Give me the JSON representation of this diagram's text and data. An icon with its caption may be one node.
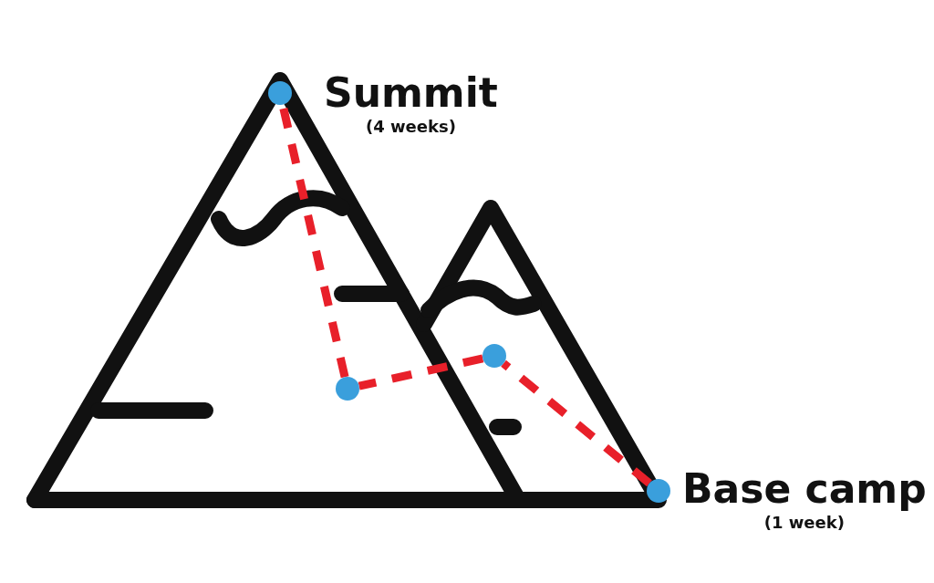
{
  "diagram": {
    "nodes": [
      {
        "text": [],
        "shape": "circle",
        "beside": [
          "Summit",
          "(4 weeks)"
        ]
      },
      {
        "text": [],
        "shape": "circle"
      },
      {
        "text": [],
        "shape": "circle"
      },
      {
        "text": [],
        "shape": "circle",
        "beside": [
          "Base camp",
          "(1 week)"
        ]
      }
    ],
    "edges": [
      {
        "from": 3,
        "to": 1,
        "arrow": "none",
        "style": "dashed"
      },
      {
        "from": 1,
        "to": 2,
        "arrow": "none",
        "style": "dashed"
      },
      {
        "from": 2,
        "to": 0,
        "arrow": "none",
        "style": "dashed"
      }
    ]
  }
}
